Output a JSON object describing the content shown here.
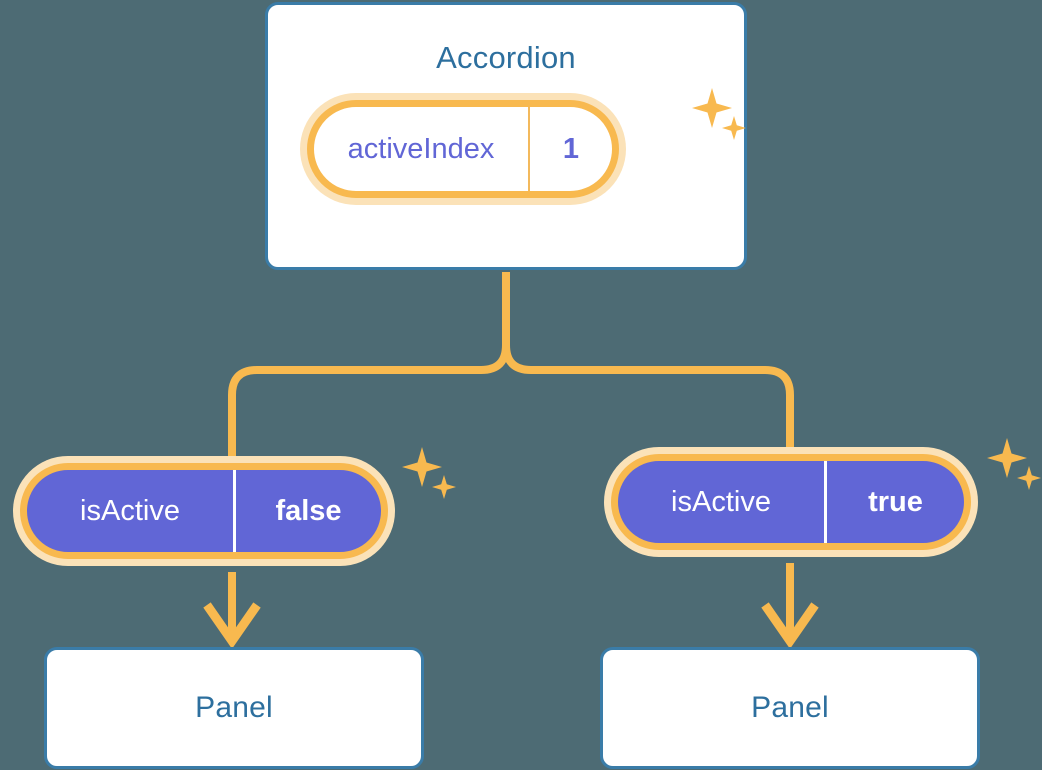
{
  "theme": {
    "background": "#4d6b74",
    "card_border": "#3a7ca8",
    "card_fill": "#ffffff",
    "title_text": "#2d6f9e",
    "accent_orange": "#f8b94f",
    "accent_orange_soft": "#fbe2b8",
    "state_purple": "#6166d6",
    "value_text_light": "#6166d6",
    "value_text_solid": "#ffffff"
  },
  "diagram": {
    "root": {
      "title": "Accordion",
      "state": {
        "key": "activeIndex",
        "value": "1"
      }
    },
    "branches": [
      {
        "id": "left",
        "prop": {
          "key": "isActive",
          "value": "false"
        },
        "child": {
          "title": "Panel"
        }
      },
      {
        "id": "right",
        "prop": {
          "key": "isActive",
          "value": "true"
        },
        "child": {
          "title": "Panel"
        }
      }
    ],
    "decorations": {
      "sparkle_icon": "sparkle-icon",
      "arrow_icon": "arrow-down-icon",
      "connector_icon": "tree-fork-connector"
    }
  }
}
